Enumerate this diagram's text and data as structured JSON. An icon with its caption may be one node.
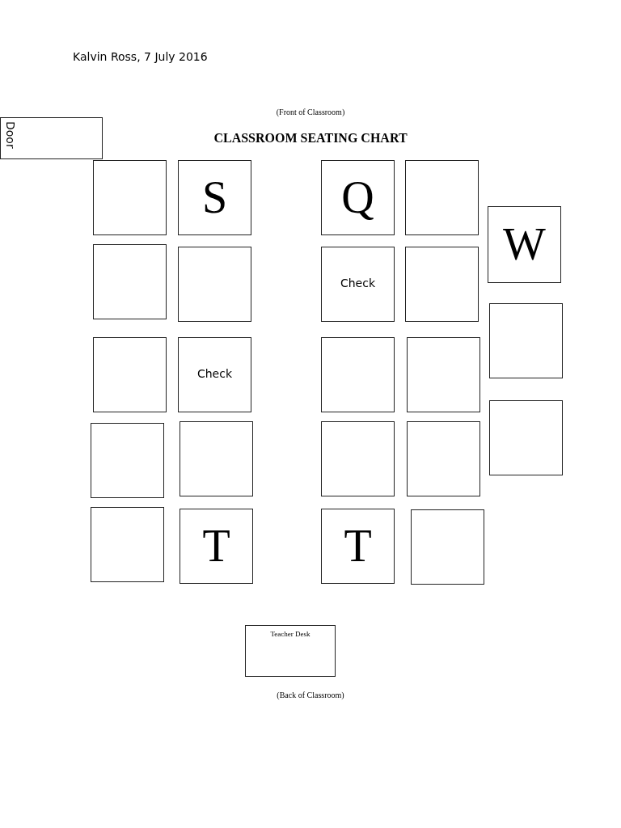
{
  "diagram": {
    "title": "CLASSROOM SEATING CHART",
    "nodes": [
      {
        "text": [
          "Door"
        ]
      },
      {
        "text": [],
        "shape": "box"
      },
      {
        "text": [
          "S"
        ]
      },
      {
        "text": [
          "Q"
        ]
      },
      {
        "text": [],
        "shape": "box"
      },
      {
        "text": [
          "W"
        ]
      },
      {
        "text": [],
        "shape": "box"
      },
      {
        "text": [],
        "shape": "box"
      },
      {
        "text": [
          "Check"
        ]
      },
      {
        "text": [],
        "shape": "box"
      },
      {
        "text": [],
        "shape": "box"
      },
      {
        "text": [],
        "shape": "box"
      },
      {
        "text": [
          "Check"
        ]
      },
      {
        "text": [],
        "shape": "box"
      },
      {
        "text": [],
        "shape": "box"
      },
      {
        "text": [],
        "shape": "box"
      },
      {
        "text": [],
        "shape": "box"
      },
      {
        "text": [],
        "shape": "box"
      },
      {
        "text": [],
        "shape": "box"
      },
      {
        "text": [],
        "shape": "box"
      },
      {
        "text": [],
        "shape": "box"
      },
      {
        "text": [
          "T"
        ]
      },
      {
        "text": [
          "T"
        ]
      },
      {
        "text": [],
        "shape": "box"
      },
      {
        "text": [
          "Teacher Desk"
        ]
      }
    ],
    "edges": [],
    "labels": [
      "Kalvin Ross, 7 July 2016",
      "(Front of Classroom)",
      "(Back of Classroom)"
    ]
  }
}
